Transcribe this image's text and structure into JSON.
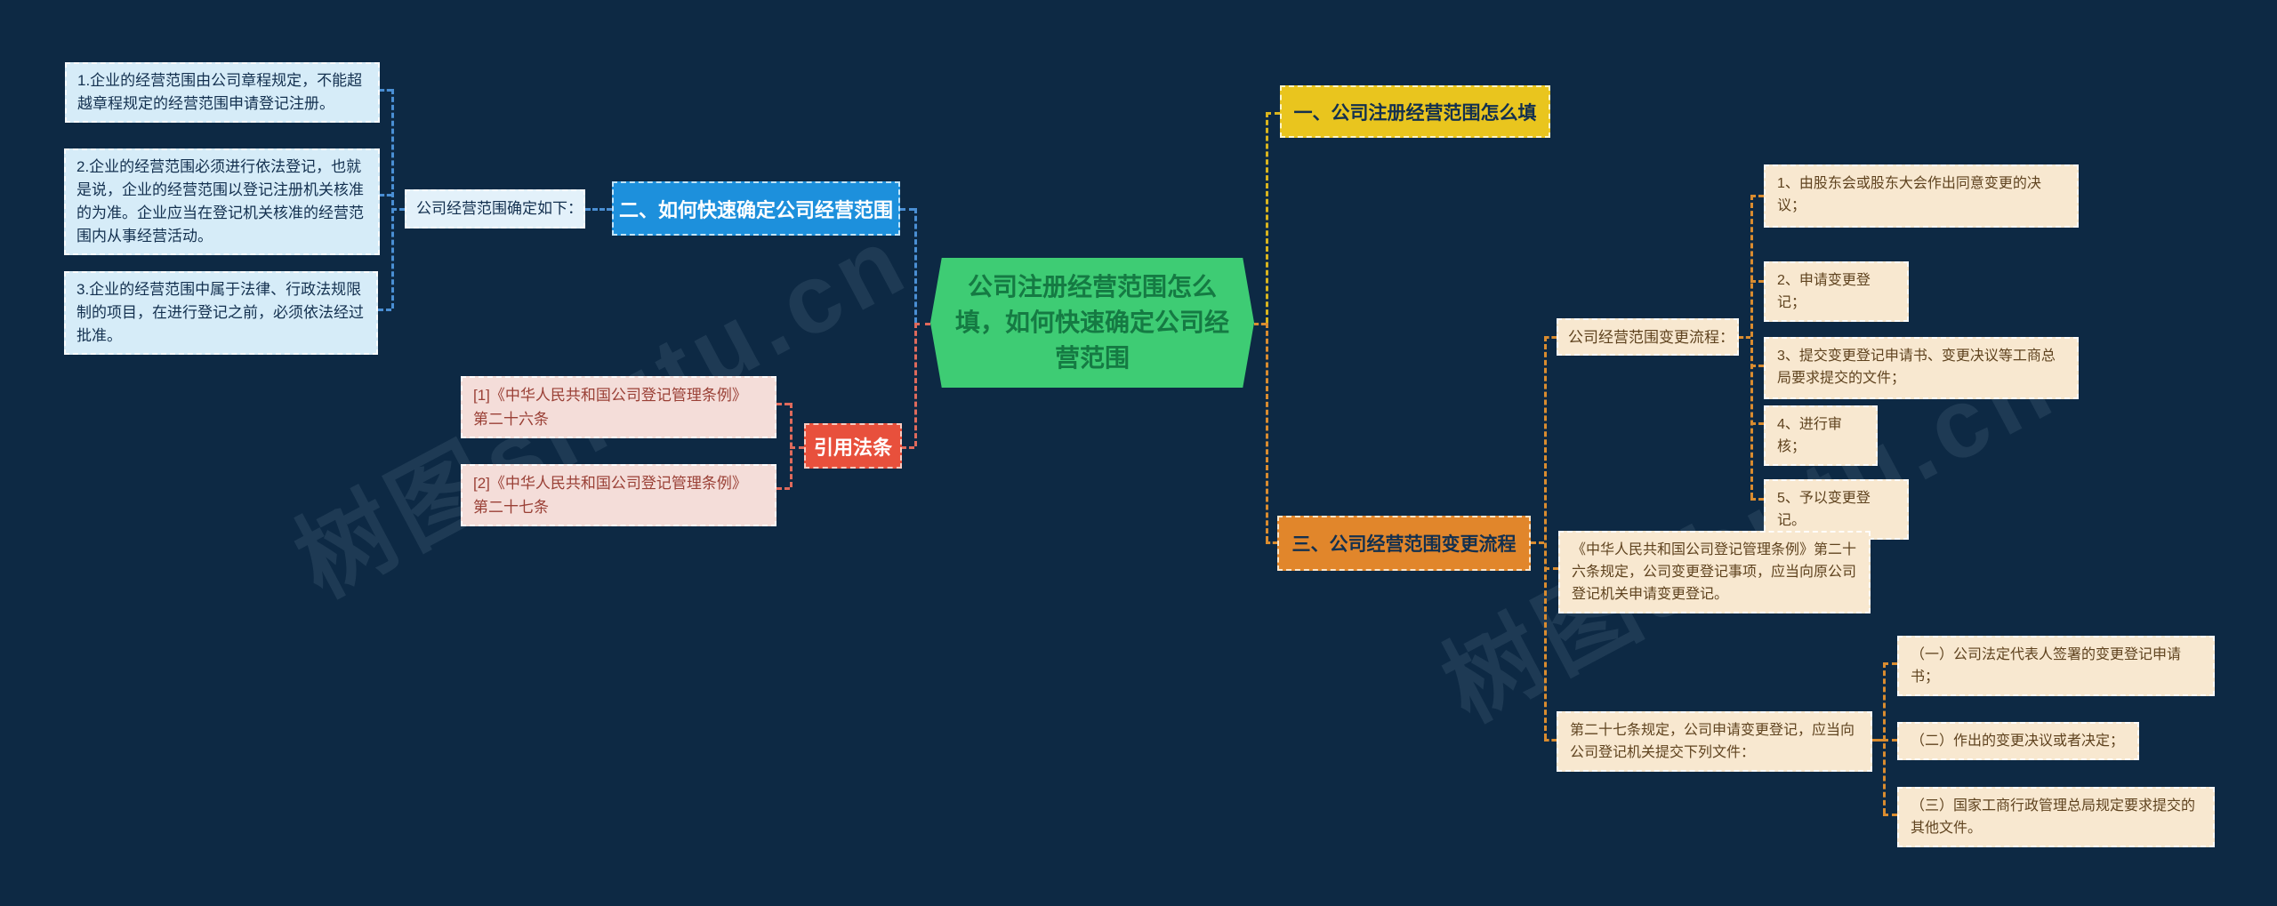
{
  "colors": {
    "background": "#0d2944",
    "note_fill": "#d6ecf8",
    "cream_fill": "#f8e8d0",
    "pink_fill": "#f4ddd9",
    "root_green": "#3ecc74",
    "branch1_yellow": "#e9c51e",
    "branch2_blue": "#1d90dc",
    "branch3_orange": "#e1862b",
    "cite_red": "#e8503c",
    "edge_blue": "#4a8fd4",
    "edge_salmon": "#df6a5c",
    "edge_yellow": "#d9b41e",
    "edge_orange": "#da8c2f"
  },
  "watermark": {
    "text": "树图shutu.cn"
  },
  "nodes": {
    "root": {
      "label": "公司注册经营范围怎么填，如何快速确定公司经营范围"
    },
    "branch1": {
      "label": "一、公司注册经营范围怎么填"
    },
    "branch2": {
      "label": "二、如何快速确定公司经营范围"
    },
    "branch3": {
      "label": "三、公司经营范围变更流程"
    },
    "confirm_label": {
      "label": "公司经营范围确定如下："
    },
    "note1": {
      "label": "1.企业的经营范围由公司章程规定，不能超越章程规定的经营范围申请登记注册。"
    },
    "note2": {
      "label": "2.企业的经营范围必须进行依法登记，也就是说，企业的经营范围以登记注册机关核准的为准。企业应当在登记机关核准的经营范围内从事经营活动。"
    },
    "note3": {
      "label": "3.企业的经营范围中属于法律、行政法规限制的项目，在进行登记之前，必须依法经过批准。"
    },
    "cite": {
      "label": "引用法条"
    },
    "cite1": {
      "label": "[1]《中华人民共和国公司登记管理条例》 第二十六条"
    },
    "cite2": {
      "label": "[2]《中华人民共和国公司登记管理条例》 第二十七条"
    },
    "flow_label": {
      "label": "公司经营范围变更流程："
    },
    "step1": {
      "label": "1、由股东会或股东大会作出同意变更的决议；"
    },
    "step2": {
      "label": "2、申请变更登记；"
    },
    "step3": {
      "label": "3、提交变更登记申请书、变更决议等工商总局要求提交的文件；"
    },
    "step4": {
      "label": "4、进行审核；"
    },
    "step5": {
      "label": "5、予以变更登记。"
    },
    "rule26": {
      "label": "《中华人民共和国公司登记管理条例》第二十六条规定，公司变更登记事项，应当向原公司登记机关申请变更登记。"
    },
    "rule27": {
      "label": "第二十七条规定，公司申请变更登记，应当向公司登记机关提交下列文件："
    },
    "doc1": {
      "label": "（一）公司法定代表人签署的变更登记申请书；"
    },
    "doc2": {
      "label": "（二）作出的变更决议或者决定；"
    },
    "doc3": {
      "label": "（三）国家工商行政管理总局规定要求提交的其他文件。"
    }
  }
}
